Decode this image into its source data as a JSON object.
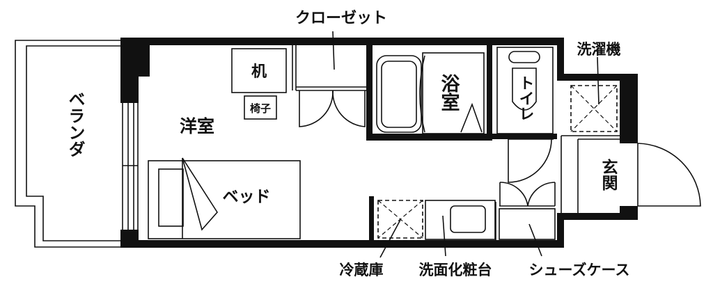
{
  "rooms": {
    "veranda": "ベランダ",
    "western_room": "洋室",
    "desk": "机",
    "chair": "椅子",
    "bed": "ベッド",
    "bath": "浴室",
    "toilet": "トイレ",
    "entrance": "玄関"
  },
  "callouts": {
    "closet": "クローゼット",
    "washing_machine": "洗濯機",
    "refrigerator": "冷蔵庫",
    "vanity": "洗面化粧台",
    "shoe_cabinet": "シューズケース"
  }
}
